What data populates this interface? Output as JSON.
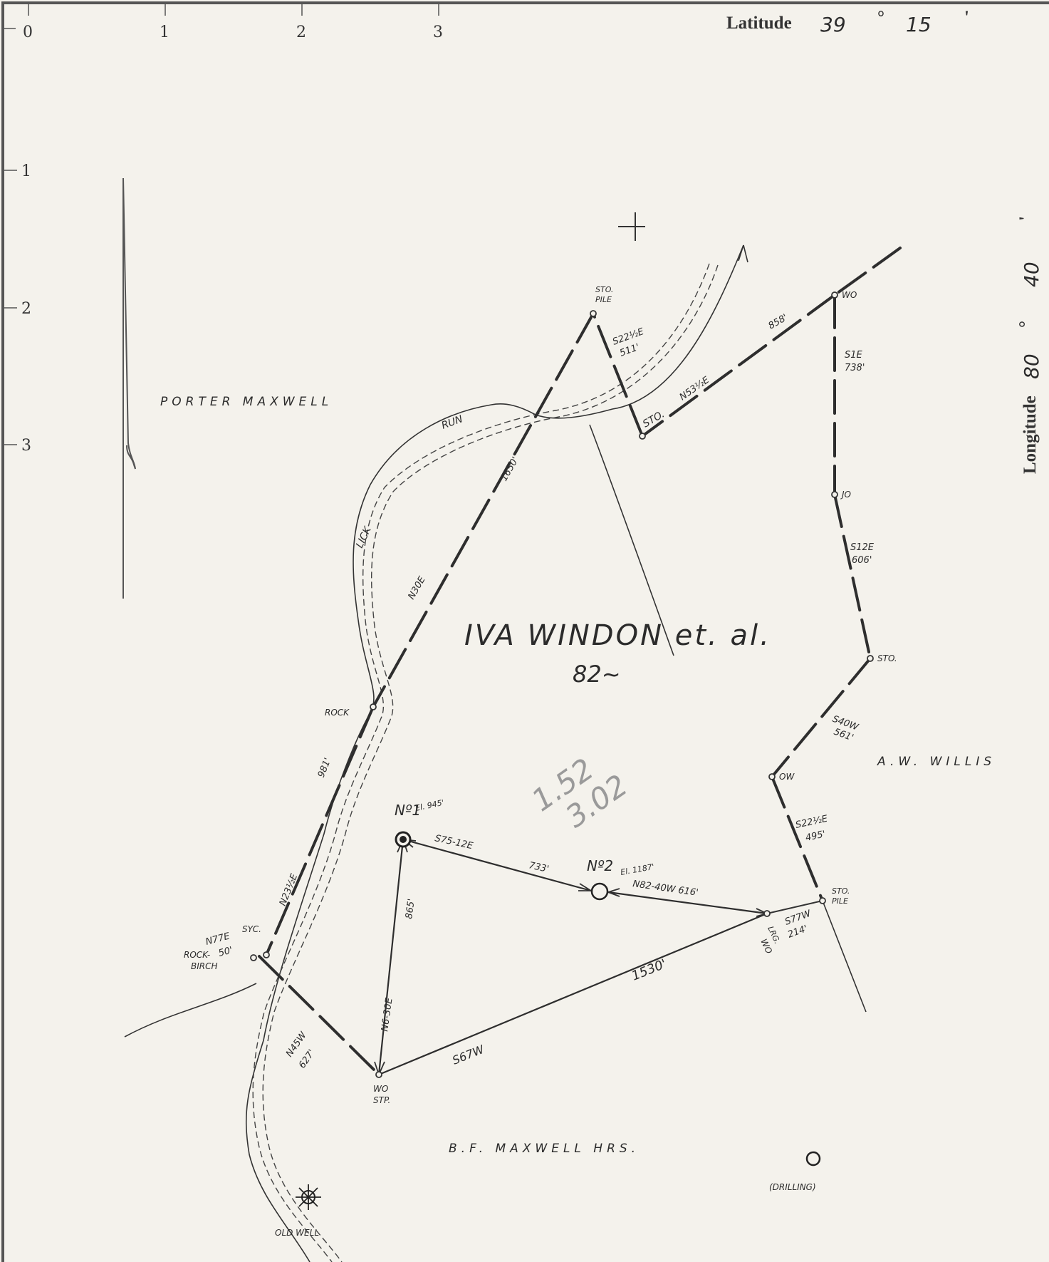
{
  "latitude": {
    "label": "Latitude",
    "degrees": "39",
    "minutes": "15",
    "deg_mark": "°",
    "min_mark": "'"
  },
  "longitude": {
    "label": "Longitude",
    "degrees": "80",
    "minutes": "40",
    "deg_mark": "°",
    "min_mark": "'"
  },
  "ruler": {
    "top": [
      "0",
      "1",
      "2",
      "3"
    ],
    "left": [
      "1",
      "2",
      "3"
    ]
  },
  "tract": {
    "name": "IVA WINDON et. al.",
    "acreage": "82~"
  },
  "owners": {
    "porter_maxwell": "PORTER MAXWELL",
    "aw_willis": "A.W. WILLIS",
    "bf_maxwell_hrs": "B.F. MAXWELL HRS."
  },
  "creek": {
    "word1": "LICK",
    "word2": "RUN"
  },
  "corners": {
    "sto_pile_top": [
      "STO.",
      "PILE"
    ],
    "wo_top": "WO",
    "sto_mid": "STO.",
    "jo": "JO",
    "sto_right": "STO.",
    "ow": "OW",
    "sto_pile_right": [
      "STO.",
      "PILE"
    ],
    "lrg_wo": [
      "LRG.",
      "WO"
    ],
    "rock": "ROCK",
    "syc": "SYC.",
    "rock_birch": [
      "ROCK-",
      "BIRCH"
    ],
    "wo_stp": [
      "WO",
      "STP."
    ]
  },
  "bearings": {
    "s22e_top": [
      "S22½E",
      "511'"
    ],
    "n53e": "N53½E",
    "d858": "858'",
    "s1e": [
      "S1E",
      "738'"
    ],
    "s12e": [
      "S12E",
      "606'"
    ],
    "s40w": [
      "S40W",
      "561'"
    ],
    "s22e_right": [
      "S22½E",
      "495'"
    ],
    "s77w": [
      "S77W",
      "214'"
    ],
    "d1650": "1650'",
    "n30e": "N30E",
    "d981": "981'",
    "n23e": "N23½E",
    "n77e": [
      "N77E",
      "50'"
    ],
    "n45w": [
      "N45W",
      "627'"
    ],
    "d1530": "1530'",
    "s67w": "S67W",
    "s75e": "S75-12E",
    "d733": "733'",
    "n82w": "N82-40W 616'",
    "d865": "865'",
    "n6e": "N6-30E"
  },
  "wells": {
    "no1": {
      "label": "Nº1",
      "elev": "El. 945'"
    },
    "no2": {
      "label": "Nº2",
      "elev": "El. 1187'"
    },
    "old_well": "OLD WELL",
    "drilling": "(DRILLING)"
  },
  "pencil_note": [
    "1.52",
    "3.02"
  ]
}
